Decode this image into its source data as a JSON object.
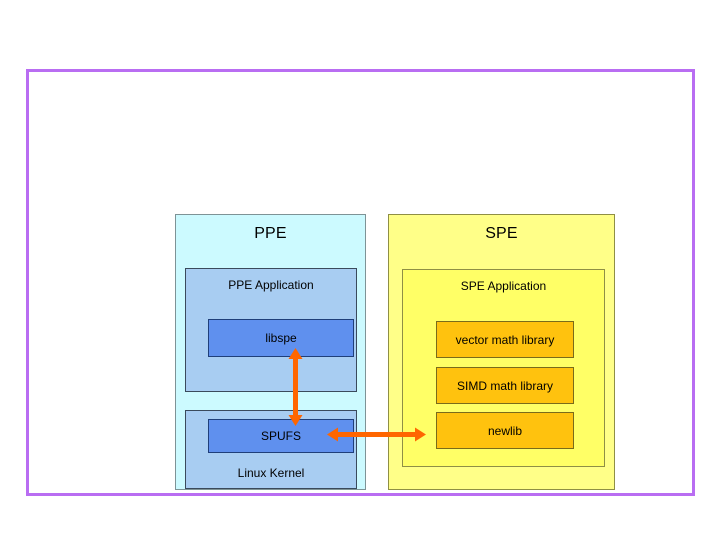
{
  "diagram": {
    "frame": {
      "accent_color": "#b96df2"
    },
    "ppe": {
      "title": "PPE",
      "panel_color": "#ccfaff",
      "application": {
        "title": "PPE Application",
        "block_color": "#a8cdf2",
        "library": {
          "label": "libspe",
          "color": "#5f90ee"
        }
      },
      "kernel": {
        "title": "Linux Kernel",
        "block_color": "#a8cdf2",
        "module": {
          "label": "SPUFS",
          "color": "#5f90ee"
        }
      }
    },
    "spe": {
      "title": "SPE",
      "panel_color": "#ffff88",
      "application": {
        "title": "SPE Application",
        "block_color": "#ffff66",
        "libraries": [
          {
            "label": "vector math library",
            "color": "#ffc20e"
          },
          {
            "label": "SIMD math library",
            "color": "#ffc20e"
          },
          {
            "label": "newlib",
            "color": "#ffc20e"
          }
        ]
      }
    },
    "connectors": [
      {
        "name": "libspe-spufs-link",
        "orientation": "vertical",
        "bidirectional": true,
        "color": "#ff6600",
        "from": "libspe",
        "to": "SPUFS"
      },
      {
        "name": "spufs-spe-application-link",
        "orientation": "horizontal",
        "bidirectional": true,
        "color": "#ff6600",
        "from": "SPUFS",
        "to": "SPE Application"
      }
    ]
  }
}
